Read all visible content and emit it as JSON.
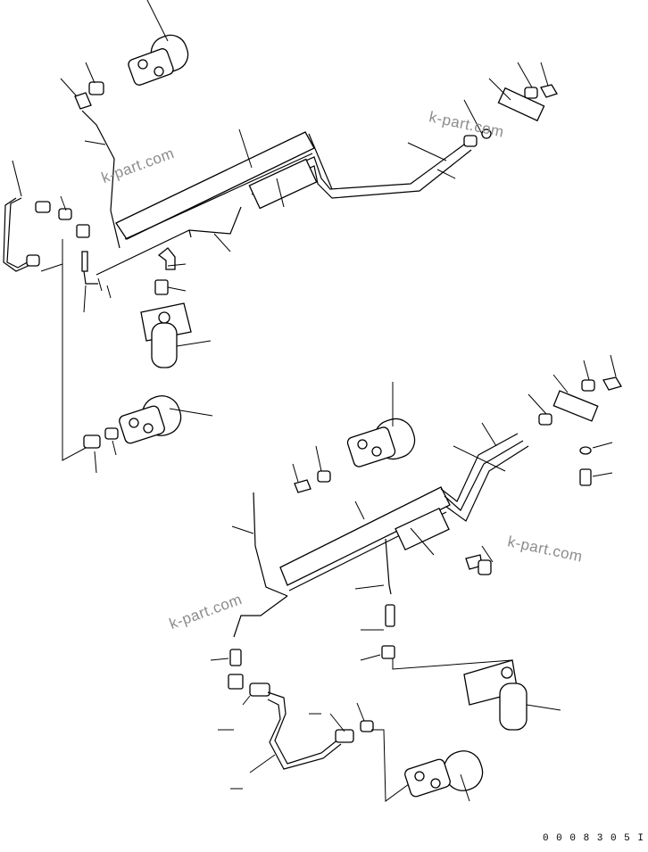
{
  "watermarks": [
    "k-part.com",
    "k-part.com",
    "k-part.com",
    "k-part.com"
  ],
  "figure_number": "0 0 0 8 3 0 5 I",
  "icons": [
    "pipe-assembly",
    "bracket-plate",
    "elbow-fitting",
    "hose",
    "connector-block",
    "bolt"
  ]
}
